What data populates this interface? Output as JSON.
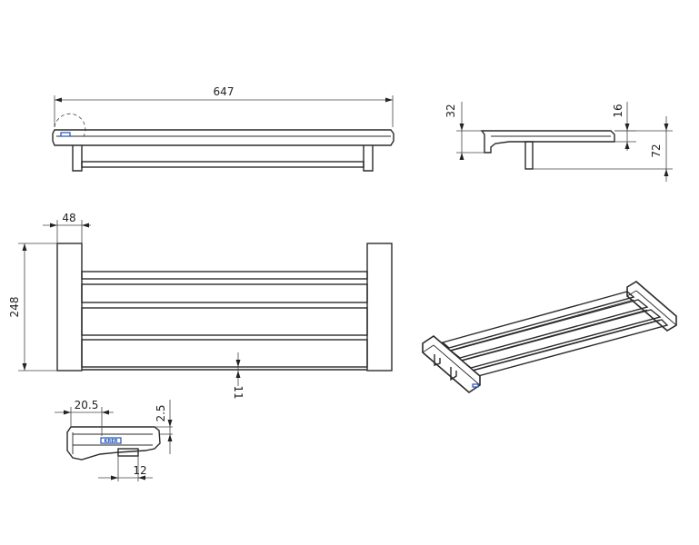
{
  "dimensions": {
    "overall_length": "647",
    "end_width": "48",
    "depth": "248",
    "bottom_gap": "11",
    "bracket_height": "32",
    "shelf_thickness": "16",
    "total_height": "72",
    "detail_width": "20.5",
    "detail_lip": "2.5",
    "detail_slot": "12"
  },
  "colors": {
    "line": "#2a2a2a",
    "logo_accent": "#1f4fb8"
  },
  "logo": {
    "text": "KRER"
  },
  "icons": {
    "logo_mark": "brand-badge-icon"
  }
}
